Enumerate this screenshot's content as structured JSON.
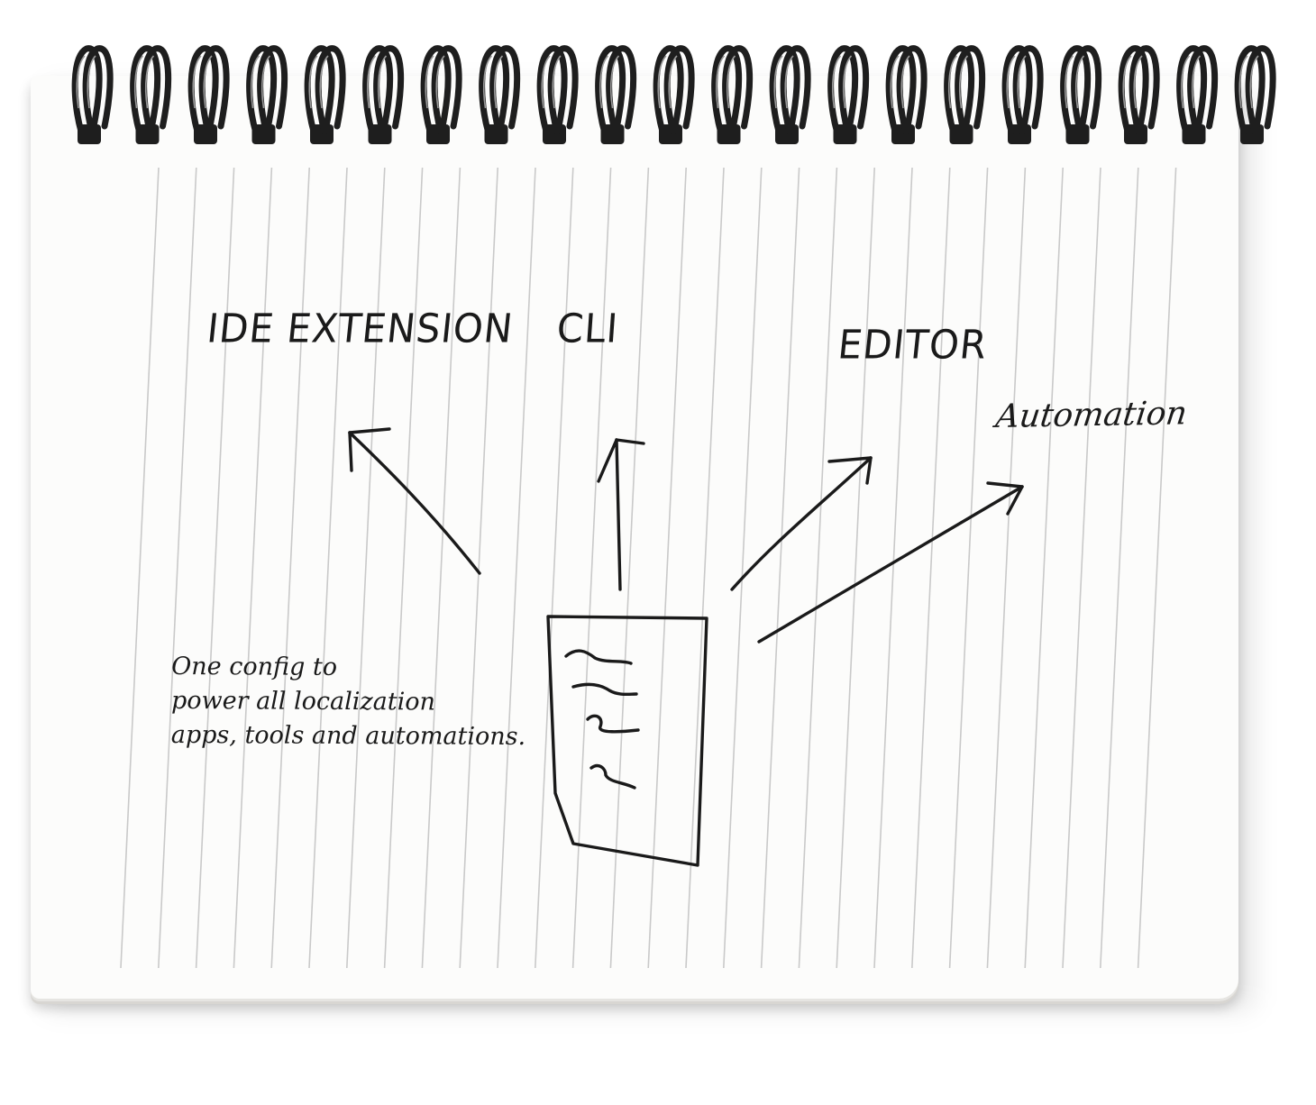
{
  "diagram": {
    "targets": {
      "ide_extension": "IDE EXTENSION",
      "cli": "CLI",
      "editor": "EDITOR",
      "automation": "Automation"
    },
    "note_lines": [
      "One config to",
      "power all localization",
      "apps, tools and automations."
    ]
  },
  "colors": {
    "ink": "#1a1a1a",
    "page": "#fcfcfb",
    "rule_line": "#c9c9c9",
    "spiral": "#1e1e1e"
  }
}
